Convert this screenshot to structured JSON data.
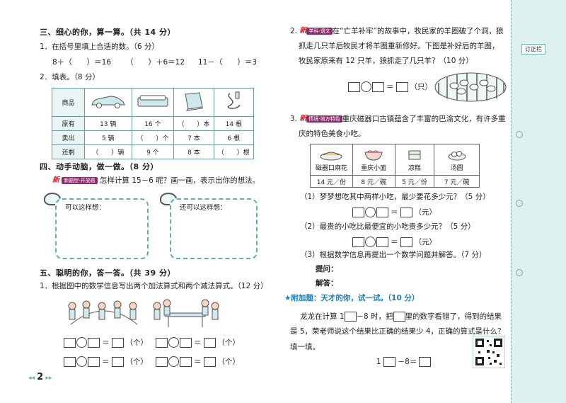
{
  "sec3": {
    "title": "三、细心的你，算一算。（共 14 分）",
    "q1_label": "1．在括号里填上合适的数。（6 分）",
    "q1_items": [
      "8＋（　　）＝16",
      "（　　）＋6＝12",
      "11－（　　）＝3"
    ],
    "q2_label": "2．填表。（8 分）",
    "table": {
      "head": "商品",
      "rows": [
        {
          "label": "原有",
          "cells": [
            "13 辆",
            "16 个",
            "（　　）本",
            "14 根"
          ]
        },
        {
          "label": "卖出",
          "cells": [
            "5 辆",
            "（　　）个",
            "7 本",
            "6 根"
          ]
        },
        {
          "label": "还剩",
          "cells": [
            "（　　）辆",
            "9 个",
            "8 本",
            "（　　）根"
          ]
        }
      ],
      "item_icons": [
        "car-icon",
        "pencil-case-icon",
        "book-icon",
        "rope-icon"
      ]
    }
  },
  "sec4": {
    "title": "四、动手动脑，做一做。（8 分）",
    "badge": "新",
    "tag": "新题型·开放题",
    "question": "怎样计算 15－6 呢？画一画，表示出你的想法。",
    "left_prompt": "可以这样想：",
    "right_prompt": "还可以这样想："
  },
  "sec5": {
    "title": "五、聪明的你，答一答。（共 39 分）",
    "q1": "1．根据图中的数学信息写出两个加法算式和两个减法算式。（12 分）",
    "unit": "（个）"
  },
  "page_number": "2",
  "right": {
    "q2_prefix": "2.",
    "q2_badge": "新",
    "q2_tag": "学科·语文",
    "q2_lines": [
      "在“亡羊补牢”的故事中，牧民家的羊圈破了个洞，狼",
      "抓走几只羊后牧民才将羊圈重新修好。下图是补好后的羊圈，",
      "牧民家原来有 12 只羊，狼抓走了几只羊？（10 分）"
    ],
    "q2_unit": "（只）",
    "q3_prefix": "3.",
    "q3_badge": "新",
    "q3_tag": "情境·地方特色",
    "q3_lines": [
      "重庆磁器口古镇蕴含了丰富的巴渝文化，有许多重",
      "庆的特色美食小吃。"
    ],
    "food": [
      {
        "name": "磁器口麻花",
        "price": "14 元／份"
      },
      {
        "name": "重庆小面",
        "price": "8 元／碗"
      },
      {
        "name": "凉糕",
        "price": "5 元／份"
      },
      {
        "name": "汤圆",
        "price": "7 元／碗"
      }
    ],
    "sub1": "（1）梦梦想吃其中两样小吃，最少要花多少元？（5 分）",
    "sub2": "（2）最贵的小吃比最便宜的小吃贵多少元？（5 分）",
    "sub3": "（3）根据数学信息再提出一个数学问题并解答。（7 分）",
    "yuan": "（元）",
    "ask": "提问：",
    "answer": "解答：",
    "bonus_star": "★",
    "bonus_title": "附加题：天才的你，试一试。（10 分）",
    "bonus_lines": [
      "龙龙在计算 1",
      "－8 时，把",
      "里的数字看错了，得到的结果",
      "是 5，荣老师说这个结果比正确的结果少 4，正确的算式是什么？",
      "填一填。"
    ],
    "final_eq": [
      "1",
      "－8＝"
    ],
    "strip_label": "订正栏"
  }
}
